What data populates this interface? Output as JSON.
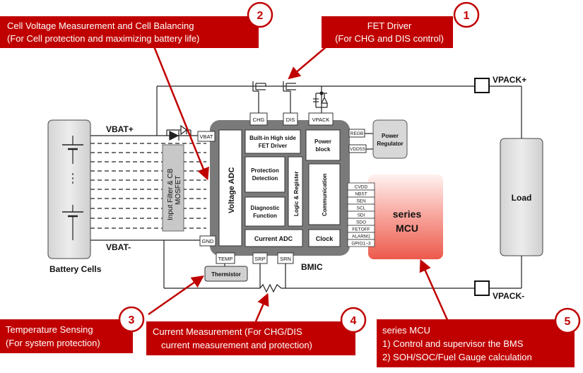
{
  "callouts": {
    "c1": {
      "num": "1",
      "line1": "FET Driver",
      "line2": "(For CHG and DIS control)"
    },
    "c2": {
      "num": "2",
      "line1": "Cell Voltage Measurement and Cell Balancing",
      "line2": "(For Cell protection and maximizing battery life)"
    },
    "c3": {
      "num": "3",
      "line1": "Temperature Sensing",
      "line2": "(For system protection)"
    },
    "c4": {
      "num": "4",
      "line1": "Current Measurement (For CHG/DIS",
      "line2": "current measurement  and protection)"
    },
    "c5": {
      "num": "5",
      "line1": "series MCU",
      "line2": "1)  Control and supervisor the BMS",
      "line3": "2)  SOH/SOC/Fuel Gauge calculation"
    }
  },
  "battery": {
    "vbat_plus": "VBAT+",
    "vbat_minus": "VBAT-",
    "label": "Battery Cells"
  },
  "filter": {
    "label_line1": "Input Filter & CB",
    "label_line2": "MOSFET"
  },
  "pins_top": {
    "chg": "CHG",
    "dis": "DIS",
    "vpack": "VPACK"
  },
  "pins_left": {
    "vbat": "VBAT",
    "gnd": "GND"
  },
  "pins_bottom": {
    "temp": "TEMP",
    "srp": "SRP",
    "srn": "SRN"
  },
  "bmic": {
    "label": "BMIC",
    "voltage_adc": "Voltage ADC",
    "fet_driver_line1": "Built-in High side",
    "fet_driver_line2": "FET Driver",
    "power_block_line1": "Power",
    "power_block_line2": "block",
    "protection_line1": "Protection",
    "protection_line2": "Detection",
    "diagnostic_line1": "Diagnostic",
    "diagnostic_line2": "Function",
    "logic_register": "Logic & Register",
    "communication": "Communication",
    "current_adc": "Current ADC",
    "clock": "Clock"
  },
  "power_regulator": {
    "line1": "Power",
    "line2": "Regulator",
    "pin_regb": "REGB",
    "pin_vddss": "VDD5S"
  },
  "mcu_pins": [
    "CVDD",
    "NBST",
    "SEN",
    "SCL",
    "SDI",
    "SDO",
    "FETOFF",
    "ALARM1",
    "GPIO1~3"
  ],
  "mcu": {
    "line1": "series",
    "line2": "MCU"
  },
  "thermistor": "Thermistor",
  "vpack_plus": "VPACK+",
  "vpack_minus": "VPACK-",
  "load": "Load",
  "colors": {
    "accent_red": "#c00000",
    "callout_fill": "#c00000",
    "chip_gray": "#777777",
    "mcu_red": "#ee6f62"
  }
}
